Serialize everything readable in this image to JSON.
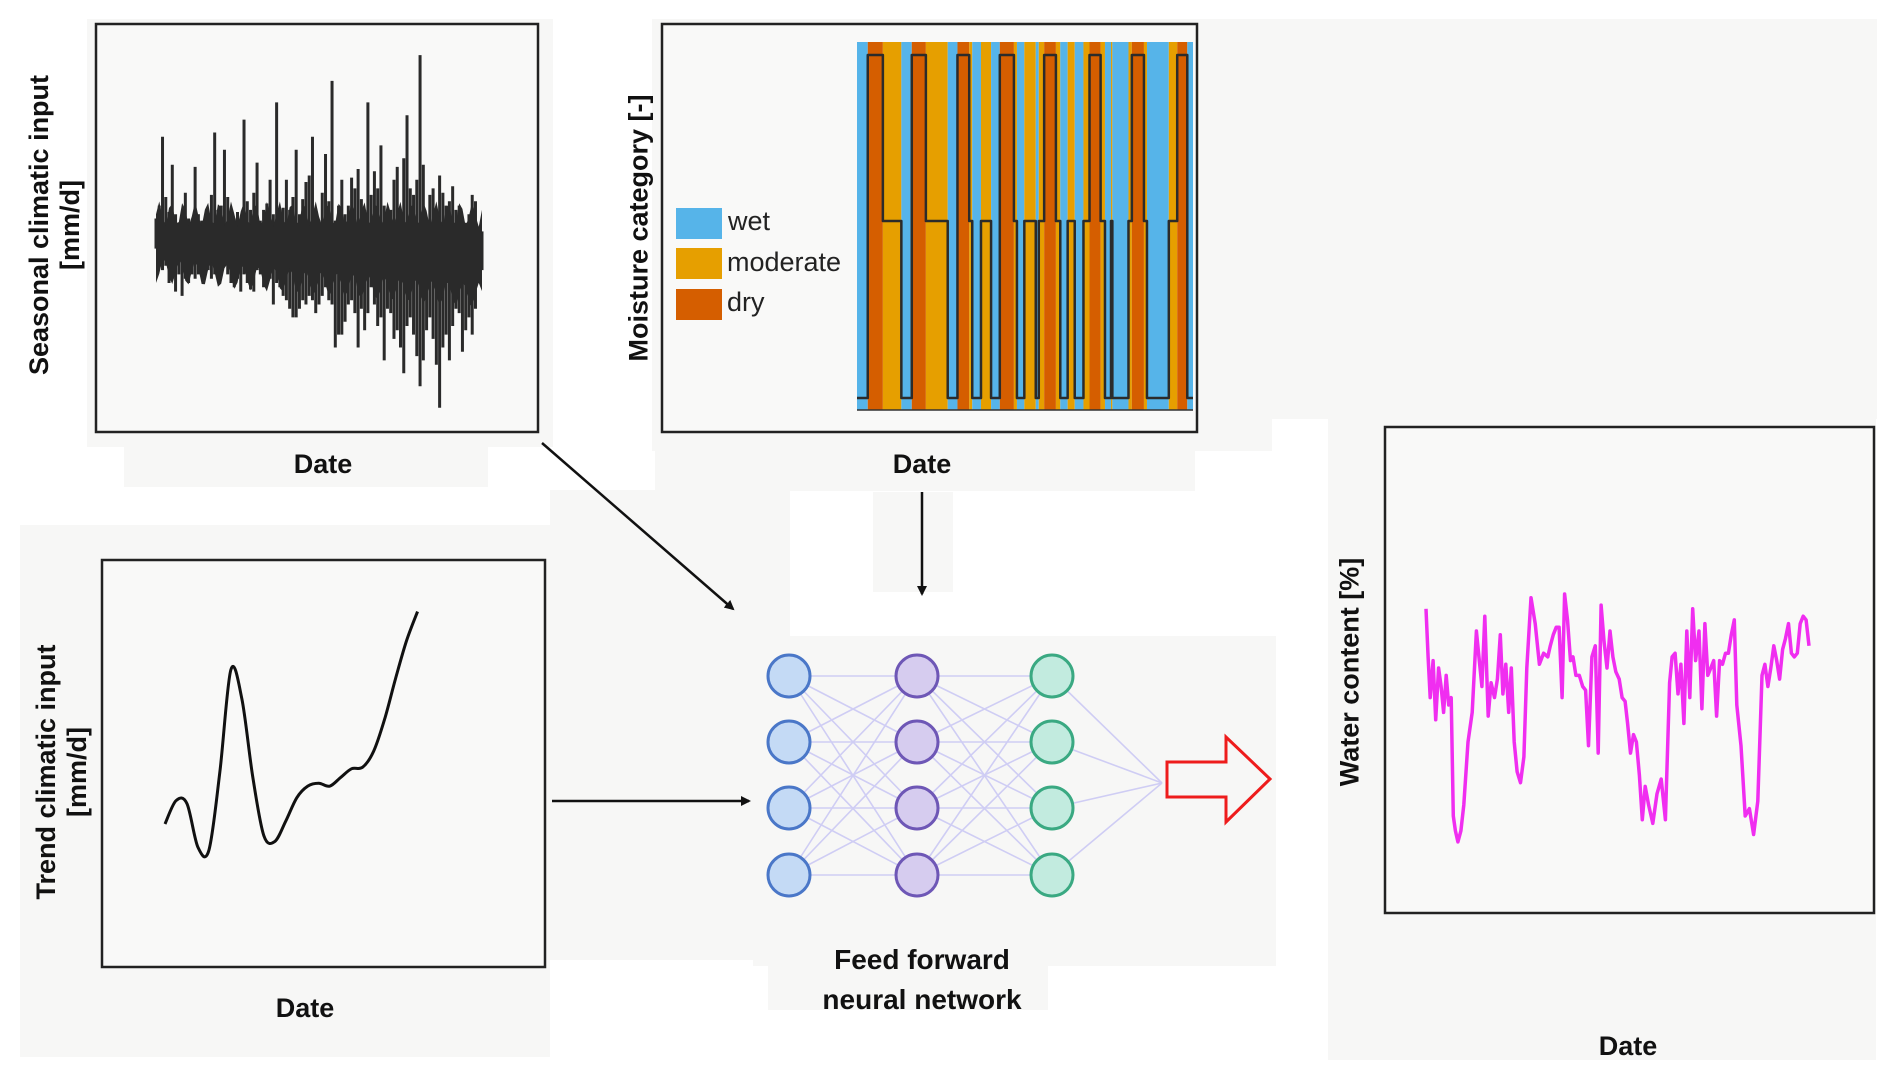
{
  "figure": {
    "background_panel_color": "#f7f7f6",
    "axis_box_color": "#222222"
  },
  "seasonal_panel": {
    "ylabel_line1": "Seasonal climatic input",
    "ylabel_line2": "[mm/d]",
    "xlabel": "Date"
  },
  "moisture_panel": {
    "ylabel": "Moisture category [-]",
    "xlabel": "Date",
    "legend": [
      {
        "label": "wet",
        "color": "#56b4e9"
      },
      {
        "label": "moderate",
        "color": "#e69f00"
      },
      {
        "label": "dry",
        "color": "#d55e00"
      }
    ]
  },
  "trend_panel": {
    "ylabel_line1": "Trend climatic input",
    "ylabel_line2": "[mm/d]",
    "xlabel": "Date"
  },
  "network": {
    "title_line1": "Feed forward",
    "title_line2": "neural network",
    "layers": [
      {
        "name": "input",
        "nodes": 4,
        "fill": "#c4daf5",
        "stroke": "#4a77c8"
      },
      {
        "name": "hidden",
        "nodes": 4,
        "fill": "#d6ccef",
        "stroke": "#6e57b6"
      },
      {
        "name": "output",
        "nodes": 4,
        "fill": "#c2ebdf",
        "stroke": "#3aa982"
      }
    ],
    "edge_color": "#cfcdf4",
    "output_arrow_color": "#ee1c1c"
  },
  "output_panel": {
    "ylabel": "Water content [%]",
    "xlabel": "Date"
  },
  "chart_data": [
    {
      "id": "seasonal",
      "type": "line",
      "title": "",
      "xlabel": "Date",
      "ylabel": "Seasonal climatic input [mm/d]",
      "color": "#2a2a2a",
      "ylim": [
        -10,
        10
      ],
      "xlim": [
        0,
        100
      ],
      "note": "dense daily series; values approximate (relative units, no tick labels shown)",
      "x": [
        0,
        1,
        2,
        3,
        4,
        5,
        6,
        7,
        8,
        9,
        10,
        11,
        12,
        13,
        14,
        15,
        16,
        17,
        18,
        19,
        20,
        21,
        22,
        23,
        24,
        25,
        26,
        27,
        28,
        29,
        30,
        31,
        32,
        33,
        34,
        35,
        36,
        37,
        38,
        39,
        40,
        41,
        42,
        43,
        44,
        45,
        46,
        47,
        48,
        49,
        50,
        51,
        52,
        53,
        54,
        55,
        56,
        57,
        58,
        59,
        60,
        61,
        62,
        63,
        64,
        65,
        66,
        67,
        68,
        69,
        70,
        71,
        72,
        73,
        74,
        75,
        76,
        77,
        78,
        79,
        80,
        81,
        82,
        83,
        84,
        85,
        86,
        87,
        88,
        89,
        90,
        91,
        92,
        93,
        94,
        95,
        96,
        97,
        98,
        99,
        100
      ],
      "upper": [
        1.0,
        1.6,
        4.8,
        2.0,
        1.3,
        3.5,
        1.2,
        0.6,
        1.0,
        2.2,
        1.0,
        0.8,
        3.4,
        1.2,
        0.9,
        0.4,
        1.0,
        2.1,
        5.0,
        1.4,
        1.6,
        4.2,
        2.0,
        1.2,
        1.0,
        1.3,
        1.0,
        5.6,
        1.8,
        1.4,
        2.2,
        3.6,
        0.9,
        1.4,
        1.7,
        2.8,
        1.2,
        6.4,
        1.0,
        1.5,
        2.8,
        1.4,
        2.0,
        4.2,
        1.2,
        1.9,
        2.7,
        3.0,
        4.8,
        1.1,
        0.8,
        2.2,
        4.0,
        1.8,
        7.4,
        0.9,
        1.6,
        2.8,
        1.2,
        1.6,
        2.9,
        2.4,
        3.3,
        1.9,
        1.4,
        6.4,
        2.1,
        3.2,
        2.4,
        4.4,
        1.6,
        1.0,
        1.4,
        2.8,
        3.4,
        1.2,
        3.8,
        5.8,
        2.4,
        2.1,
        2.8,
        8.6,
        3.5,
        1.0,
        2.1,
        2.4,
        1.2,
        3.0,
        2.2,
        1.6,
        1.8,
        2.5,
        1.4,
        1.6,
        1.0,
        0.8,
        1.2,
        2.1,
        1.8,
        0.6,
        0.4
      ],
      "lower": [
        -0.4,
        -0.8,
        -1.4,
        -1.2,
        -2.0,
        -1.8,
        -2.4,
        -1.6,
        -2.6,
        -1.8,
        -2.0,
        -1.6,
        -1.8,
        -1.6,
        -1.2,
        -1.0,
        -1.4,
        -1.8,
        -1.6,
        -1.4,
        -0.8,
        -1.0,
        -1.6,
        -2.0,
        -2.2,
        -1.8,
        -2.4,
        -1.6,
        -2.0,
        -2.3,
        -2.4,
        -1.4,
        -1.6,
        -2.2,
        -2.0,
        -1.8,
        -3.0,
        -2.0,
        -2.2,
        -2.6,
        -2.8,
        -3.2,
        -3.6,
        -3.6,
        -3.2,
        -2.8,
        -3.0,
        -2.6,
        -2.8,
        -3.4,
        -3.0,
        -2.6,
        -2.2,
        -2.8,
        -3.0,
        -5.0,
        -4.4,
        -4.4,
        -3.8,
        -3.0,
        -2.8,
        -3.4,
        -5.0,
        -3.2,
        -4.2,
        -3.4,
        -2.2,
        -3.0,
        -4.0,
        -3.6,
        -5.6,
        -3.2,
        -3.4,
        -4.6,
        -4.2,
        -5.0,
        -6.2,
        -4.0,
        -3.6,
        -4.4,
        -5.4,
        -6.8,
        -5.6,
        -4.2,
        -3.6,
        -4.6,
        -5.8,
        -7.8,
        -5.0,
        -4.4,
        -5.6,
        -4.0,
        -3.2,
        -3.4,
        -5.2,
        -4.2,
        -3.6,
        -4.4,
        -3.2,
        -1.8,
        -1.4
      ]
    },
    {
      "id": "moisture",
      "type": "area",
      "title": "",
      "xlabel": "Date",
      "ylabel": "Moisture category [-]",
      "categories": [
        "wet",
        "moderate",
        "dry"
      ],
      "colors": {
        "wet": "#56b4e9",
        "moderate": "#e69f00",
        "dry": "#d55e00"
      },
      "note": "step series; each segment [x_start, x_end, category], x in percent of date range",
      "segments": [
        [
          0.0,
          3.2,
          "wet"
        ],
        [
          3.2,
          7.7,
          "dry"
        ],
        [
          7.7,
          13.2,
          "moderate"
        ],
        [
          13.2,
          16.3,
          "wet"
        ],
        [
          16.3,
          20.5,
          "dry"
        ],
        [
          20.5,
          27.0,
          "moderate"
        ],
        [
          27.0,
          29.9,
          "wet"
        ],
        [
          29.9,
          33.4,
          "dry"
        ],
        [
          33.4,
          34.3,
          "moderate"
        ],
        [
          34.3,
          36.9,
          "wet"
        ],
        [
          36.9,
          39.9,
          "moderate"
        ],
        [
          39.9,
          42.5,
          "wet"
        ],
        [
          42.5,
          46.7,
          "dry"
        ],
        [
          46.7,
          47.6,
          "moderate"
        ],
        [
          47.6,
          49.8,
          "wet"
        ],
        [
          49.8,
          53.2,
          "moderate"
        ],
        [
          53.2,
          54.1,
          "wet"
        ],
        [
          54.1,
          55.7,
          "moderate"
        ],
        [
          55.7,
          59.2,
          "dry"
        ],
        [
          59.2,
          60.5,
          "moderate"
        ],
        [
          60.5,
          62.7,
          "wet"
        ],
        [
          62.7,
          64.8,
          "moderate"
        ],
        [
          64.8,
          67.4,
          "wet"
        ],
        [
          67.4,
          69.2,
          "moderate"
        ],
        [
          69.2,
          72.5,
          "dry"
        ],
        [
          72.5,
          73.8,
          "moderate"
        ],
        [
          73.8,
          75.6,
          "wet"
        ],
        [
          75.6,
          76.0,
          "moderate"
        ],
        [
          76.0,
          80.8,
          "wet"
        ],
        [
          80.8,
          81.8,
          "moderate"
        ],
        [
          81.8,
          85.4,
          "dry"
        ],
        [
          85.4,
          86.3,
          "moderate"
        ],
        [
          86.3,
          92.8,
          "wet"
        ],
        [
          92.8,
          95.3,
          "moderate"
        ],
        [
          95.3,
          98.3,
          "dry"
        ],
        [
          98.3,
          100.0,
          "wet"
        ]
      ]
    },
    {
      "id": "trend",
      "type": "line",
      "title": "",
      "xlabel": "Date",
      "ylabel": "Trend climatic input [mm/d]",
      "color": "#111111",
      "xlim": [
        0,
        100
      ],
      "ylim": [
        0,
        100
      ],
      "note": "smooth curve; relative units read from relative position (no tick labels)",
      "x": [
        0,
        3,
        6,
        9,
        12,
        15,
        18,
        21,
        24,
        27,
        30,
        33,
        36,
        39,
        42,
        45,
        48,
        51,
        54,
        57,
        60,
        63,
        66,
        69,
        72,
        75,
        78
      ],
      "y": [
        22.0,
        30.0,
        29.0,
        14.0,
        13.0,
        40.0,
        75.0,
        65.0,
        38.0,
        18.0,
        16.0,
        23.0,
        31.0,
        35.0,
        36.0,
        35.0,
        38.0,
        41.0,
        41.5,
        47.0,
        58.0,
        72.0,
        85.0,
        95.0,
        99.0,
        100.0,
        100.0
      ]
    },
    {
      "id": "water_content",
      "type": "line",
      "title": "",
      "xlabel": "Date",
      "ylabel": "Water content [%]",
      "color": "#f02ef0",
      "xlim": [
        0,
        100
      ],
      "ylim": [
        0,
        100
      ],
      "note": "relative values; no tick labels shown",
      "x": [
        0,
        0.5,
        1,
        1.7,
        2.3,
        3,
        3.6,
        4.2,
        4.8,
        5.4,
        6,
        6.5,
        7,
        7.6,
        8.3,
        9,
        10,
        11,
        12,
        12.7,
        13.3,
        14,
        14.8,
        15.5,
        16.3,
        17,
        17.7,
        18.3,
        19,
        19.7,
        20.3,
        21,
        21.7,
        22.5,
        23.3,
        24,
        25,
        26,
        27,
        28,
        29,
        29.6,
        30.3,
        31,
        31.7,
        32.4,
        33,
        33.7,
        34.4,
        35,
        35.7,
        36.5,
        37.3,
        38,
        38.7,
        39.5,
        40.3,
        41,
        41.7,
        42.4,
        43.1,
        43.8,
        44.5,
        45.2,
        46,
        46.7,
        47.4,
        48,
        48.7,
        49.4,
        50.1,
        50.8,
        51.5,
        52.2,
        53,
        54,
        55,
        56,
        57,
        58,
        58.6,
        59.3,
        60,
        60.7,
        61.4,
        62.1,
        62.8,
        63.5,
        64.2,
        65,
        65.7,
        66.4,
        67.1,
        67.8,
        68.5,
        69.2,
        69.9,
        70.6,
        71.3,
        72,
        72.7,
        73.4,
        74,
        75,
        76,
        77,
        78,
        79,
        80,
        80.7,
        81.4,
        82.1,
        82.8,
        83.5,
        84.2,
        84.9,
        85.6,
        86.3,
        87,
        87.7,
        88.4,
        89.1,
        89.8,
        90.5,
        91.2,
        91.9,
        92.6,
        93.3,
        94
      ],
      "y": [
        76,
        63,
        52,
        62,
        46,
        60,
        55,
        48,
        58,
        50,
        52,
        20,
        16,
        13,
        16,
        23,
        40,
        48,
        70,
        62,
        55,
        74,
        47,
        56,
        52,
        57,
        69,
        53,
        61,
        48,
        60,
        40,
        32,
        29,
        36,
        60,
        79,
        72,
        61,
        64,
        63,
        66,
        69,
        71,
        71,
        52,
        80,
        73,
        62,
        63,
        58,
        58,
        55,
        54,
        39,
        63,
        66,
        37,
        77,
        67,
        60,
        70,
        63,
        59,
        57,
        52,
        51,
        45,
        37,
        42,
        40,
        31,
        19,
        28,
        23,
        18,
        26,
        30,
        19,
        56,
        63,
        64,
        53,
        61,
        45,
        70,
        52,
        76,
        62,
        70,
        49,
        72,
        58,
        60,
        62,
        47,
        62,
        61,
        64,
        64,
        69,
        73,
        50,
        39,
        20,
        22,
        15,
        24,
        58,
        61,
        55,
        60,
        66,
        62,
        57,
        65,
        68,
        72,
        64,
        63,
        64,
        72,
        74,
        73,
        66
      ],
      "xlim_note": "series ends near 94% of x range"
    }
  ]
}
